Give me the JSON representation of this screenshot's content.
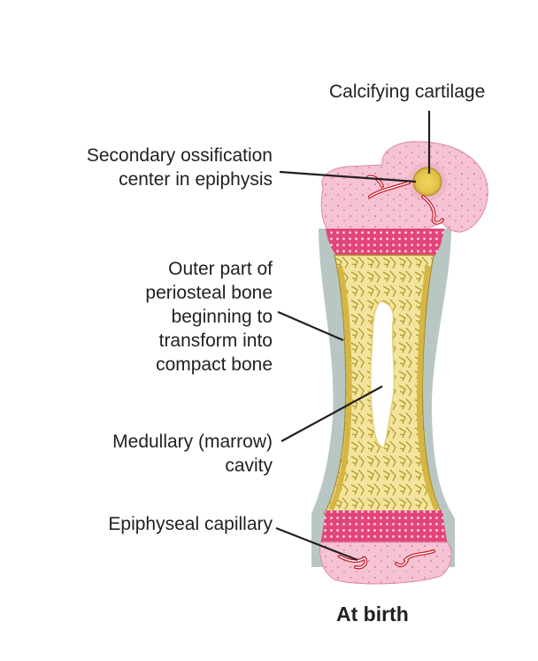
{
  "labels": {
    "calcifying_cartilage": "Calcifying cartilage",
    "secondary_ossification": [
      "Secondary ossification",
      "center in epiphysis"
    ],
    "outer_part": [
      "Outer part of",
      "periosteal bone",
      "beginning to",
      "transform into",
      "compact bone"
    ],
    "medullary": [
      "Medullary (marrow)",
      "cavity"
    ],
    "epiphyseal_capillary": "Epiphyseal capillary"
  },
  "caption": "At birth",
  "colors": {
    "cartilage_pink": "#f6c3d4",
    "growth_zone_magenta": "#e4447a",
    "bone_yellow": "#f3e39a",
    "trabecula_olive": "#b79a2a",
    "periosteum_gray": "#b9c7c3",
    "capillary_red": "#c8202e",
    "leader_line": "#231f20"
  }
}
